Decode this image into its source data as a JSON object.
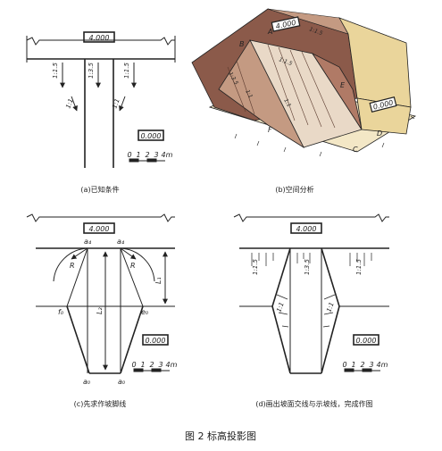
{
  "figure_title": "图 2 标高投影图",
  "panels": {
    "a": {
      "caption": "(a)已知条件",
      "top_elevation": "4.000",
      "bottom_elevation": "0.000",
      "slope_left": "1:1.5",
      "slope_mid": "1:3.5",
      "slope_right": "1:1.5",
      "ramp_left": "1:1",
      "ramp_right": "1:1",
      "scale_ticks": [
        "0",
        "1",
        "2",
        "3",
        "4m"
      ]
    },
    "b": {
      "caption": "(b)空间分析",
      "top_elevation": "4.000",
      "bottom_elevation": "0.000",
      "slope_a": "1:1.5",
      "slope_b": "1:1.5",
      "slope_c": "1:3.5",
      "slope_d": "1:1",
      "slope_e": "1:1",
      "points": [
        "A",
        "B",
        "C",
        "D",
        "E",
        "F"
      ],
      "colors": {
        "dark": "#8b5a4a",
        "mid": "#c49a82",
        "light": "#e9d9c7",
        "sand": "#ead59b",
        "ground": "#f3e7c6"
      }
    },
    "c": {
      "caption": "(c)先求作坡脚线",
      "top_elevation": "4.000",
      "bottom_elevation": "0.000",
      "a4_left": "a₄",
      "a4_right": "a₄",
      "a0_left": "a₀",
      "a0_right": "a₀",
      "f0": "f₀",
      "e0": "e₀",
      "radius_left": "R",
      "radius_right": "R",
      "length_l1": "L₁",
      "length_l2": "L₂",
      "scale_ticks": [
        "0",
        "1",
        "2",
        "3",
        "4m"
      ]
    },
    "d": {
      "caption": "(d)画出坡面交线与示坡线，完成作图",
      "top_elevation": "4.000",
      "bottom_elevation": "0.000",
      "slope_left": "1:1.5",
      "slope_mid": "1:3.5",
      "slope_right": "1:1.5",
      "ramp_left": "1:1",
      "ramp_right": "1:1",
      "scale_ticks": [
        "0",
        "1",
        "2",
        "3",
        "4m"
      ]
    }
  }
}
